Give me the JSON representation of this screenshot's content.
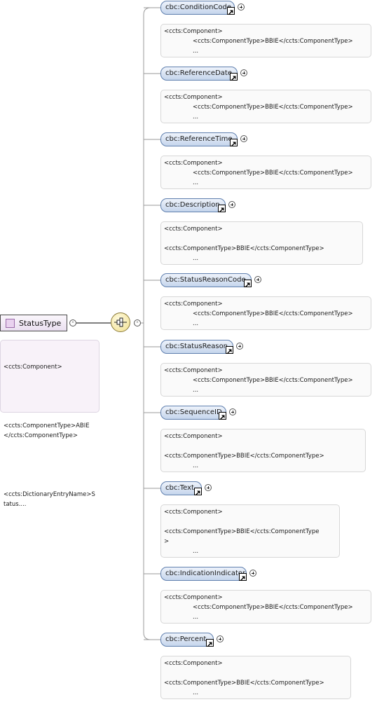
{
  "root": {
    "name": "StatusType",
    "doc_lines": [
      "<ccts:Component>",
      "",
      "<ccts:ComponentType>ABIE</ccts:ComponentType>",
      "",
      "<ccts:DictionaryEntryName>Status...."
    ]
  },
  "children": [
    {
      "name": "cbc:ConditionCode",
      "doc": [
        "<ccts:Component>",
        "<ccts:ComponentType>BBIE</ccts:ComponentType>",
        "..."
      ]
    },
    {
      "name": "cbc:ReferenceDate",
      "doc": [
        "<ccts:Component>",
        "<ccts:ComponentType>BBIE</ccts:ComponentType>",
        "..."
      ]
    },
    {
      "name": "cbc:ReferenceTime",
      "doc": [
        "<ccts:Component>",
        "<ccts:ComponentType>BBIE</ccts:ComponentType>",
        "..."
      ]
    },
    {
      "name": "cbc:Description",
      "doc": [
        "<ccts:Component>",
        "",
        "<ccts:ComponentType>BBIE</ccts:ComponentType>",
        "..."
      ]
    },
    {
      "name": "cbc:StatusReasonCode",
      "doc": [
        "<ccts:Component>",
        "<ccts:ComponentType>BBIE</ccts:ComponentType>",
        "..."
      ]
    },
    {
      "name": "cbc:StatusReason",
      "doc": [
        "<ccts:Component>",
        "<ccts:ComponentType>BBIE</ccts:ComponentType>",
        "..."
      ]
    },
    {
      "name": "cbc:SequenceID",
      "doc": [
        "<ccts:Component>",
        "",
        "<ccts:ComponentType>BBIE</ccts:ComponentType>",
        "..."
      ]
    },
    {
      "name": "cbc:Text",
      "doc": [
        "<ccts:Component>",
        "",
        "<ccts:ComponentType>BBIE</ccts:ComponentType",
        ">",
        "..."
      ]
    },
    {
      "name": "cbc:IndicationIndicator",
      "doc": [
        "<ccts:Component>",
        "<ccts:ComponentType>BBIE</ccts:ComponentType>",
        "..."
      ]
    },
    {
      "name": "cbc:Percent",
      "doc": [
        "<ccts:Component>",
        "",
        "<ccts:ComponentType>BBIE</ccts:ComponentType>",
        "..."
      ]
    }
  ],
  "icons": {
    "expand": "plus-circle-icon",
    "collapse": "minus-circle-icon",
    "sequence": "sequence-compositor-icon",
    "reference": "reference-arrow-icon",
    "complex_type": "complex-type-icon"
  },
  "colors": {
    "element_fill": "#c5d5ec",
    "element_border": "#5f7fae",
    "root_fill": "#eadff0",
    "compositor_fill": "#f1df8e"
  }
}
